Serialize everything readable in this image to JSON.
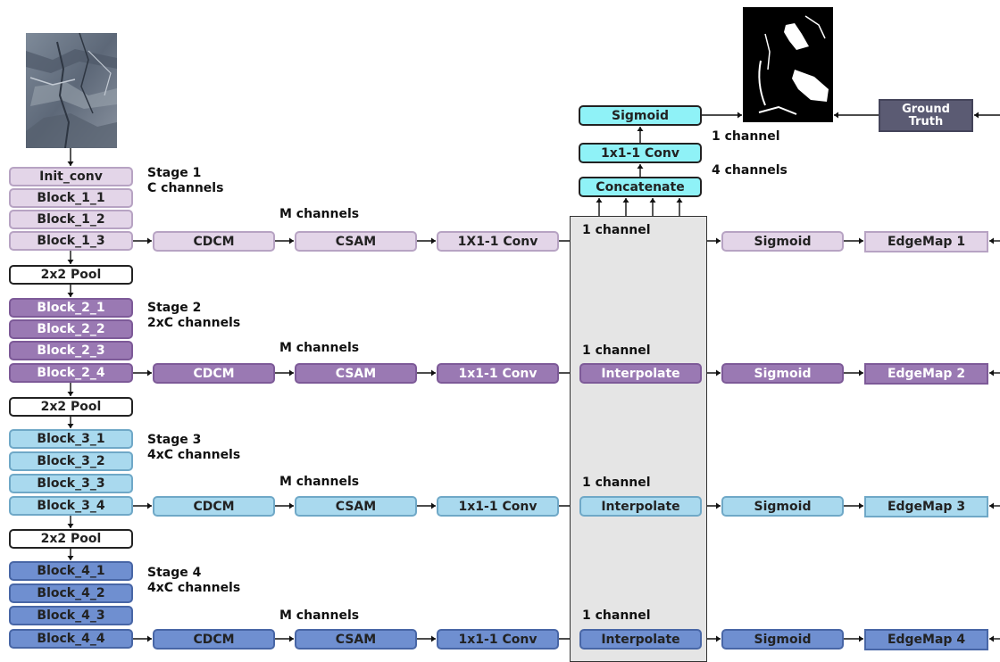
{
  "backbone": {
    "init_conv": "Init_conv",
    "stage1_blocks": [
      "Block_1_1",
      "Block_1_2",
      "Block_1_3"
    ],
    "stage2_blocks": [
      "Block_2_1",
      "Block_2_2",
      "Block_2_3",
      "Block_2_4"
    ],
    "stage3_blocks": [
      "Block_3_1",
      "Block_3_2",
      "Block_3_3",
      "Block_3_4"
    ],
    "stage4_blocks": [
      "Block_4_1",
      "Block_4_2",
      "Block_4_3",
      "Block_4_4"
    ],
    "pool": "2x2 Pool"
  },
  "stages": [
    {
      "name": "Stage 1",
      "channels": "C channels"
    },
    {
      "name": "Stage 2",
      "channels": "2xC channels"
    },
    {
      "name": "Stage 3",
      "channels": "4xC channels"
    },
    {
      "name": "Stage 4",
      "channels": "4xC channels"
    }
  ],
  "side_branches": [
    {
      "cdcm": "CDCM",
      "csam": "CSAM",
      "conv": "1X1-1 Conv",
      "m_channels": "M channels",
      "one_channel": "1 channel",
      "interpolate": "",
      "sigmoid": "Sigmoid",
      "edgemap": "EdgeMap 1"
    },
    {
      "cdcm": "CDCM",
      "csam": "CSAM",
      "conv": "1x1-1 Conv",
      "m_channels": "M channels",
      "one_channel": "1 channel",
      "interpolate": "Interpolate",
      "sigmoid": "Sigmoid",
      "edgemap": "EdgeMap 2"
    },
    {
      "cdcm": "CDCM",
      "csam": "CSAM",
      "conv": "1x1-1 Conv",
      "m_channels": "M channels",
      "one_channel": "1 channel",
      "interpolate": "Interpolate",
      "sigmoid": "Sigmoid",
      "edgemap": "EdgeMap 3"
    },
    {
      "cdcm": "CDCM",
      "csam": "CSAM",
      "conv": "1x1-1 Conv",
      "m_channels": "M channels",
      "one_channel": "1 channel",
      "interpolate": "Interpolate",
      "sigmoid": "Sigmoid",
      "edgemap": "EdgeMap 4"
    }
  ],
  "fusion": {
    "concatenate": "Concatenate",
    "conv": "1x1-1 Conv",
    "sigmoid": "Sigmoid",
    "four_channels": "4 channels",
    "one_channel": "1 channel"
  },
  "ground_truth": {
    "line1": "Ground",
    "line2": "Truth"
  },
  "colors": {
    "stage1": "#e3d5e8",
    "stage2": "#9a79b3",
    "stage3": "#a9d9ee",
    "stage4": "#6f8fd0",
    "fusion": "#8ff2f7",
    "ground_truth": "#5b5b73",
    "interpolate_panel": "#e5e5e5"
  },
  "images": {
    "input": "rock-surface-photo",
    "output": "binary-crack-edge-map"
  }
}
